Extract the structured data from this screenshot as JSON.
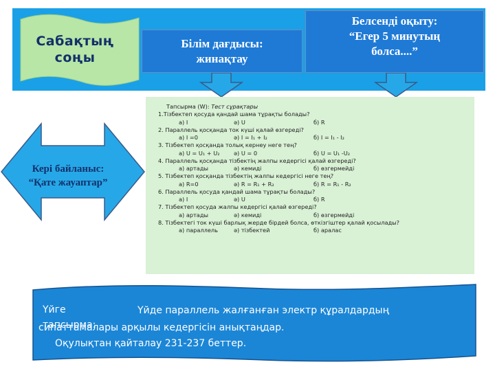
{
  "colors": {
    "band": "#1aa0e6",
    "box": "#1f7ad6",
    "flag": "#b8e6a6",
    "quiz_bg": "#d9f1d5",
    "arrow": "#26a8e8",
    "scroll": "#1c86d6"
  },
  "flag": {
    "title_line1": "Сабақтың",
    "title_line2": "соңы"
  },
  "box1": {
    "line1": "Білім дағдысы:",
    "line2": "жинақтау"
  },
  "box2": {
    "line1": "Белсенді оқыту:",
    "line2": "“Егер 5 минутың",
    "line3": "болса....”"
  },
  "feedback": {
    "line1": "Кері байланыс:",
    "line2": "“Қате жауаптар”"
  },
  "quiz": {
    "task_label": "Тапсырма (W):",
    "task_title": "Тест сұрақтары",
    "lines": [
      {
        "q": "1.Тізбектеп қосуда қандай шама тұрақты болады?",
        "a": "а) I",
        "b": "ә) U",
        "c": "б) R"
      },
      {
        "q": "2. Параллель қосқанда ток күші қалай өзгереді?",
        "a": "а) I =0",
        "b": "ә)  I = I₁ + I₂",
        "c": "б) I =  I₁ - I₂"
      },
      {
        "q": "3. Тізбектеп қосқанда толық кернеу неге тең?",
        "a": "а) U = U₁ + U₂",
        "b": "ә) U = 0",
        "c": "б) U = U₁ -U₂"
      },
      {
        "q": "4. Параллель қосқанда тізбектің жалпы кедергісі қалай өзгереді?",
        "a": "а) артады",
        "b": "ә) кемиді",
        "c": "б) өзгермейді"
      },
      {
        "q": "5. Тізбектеп қосқанда тізбектің жалпы кедергісі неге тең?",
        "a": "а) R=0",
        "b": "ә) R = R₁ + R₂",
        "c": "б) R = R₁ - R₂"
      },
      {
        "q": "6. Параллель қосуда қандай шама тұрақты болады?",
        "a": "а) I",
        "b": "ә) U",
        "c": "б) R"
      },
      {
        "q": "7. Тізбектеп қосуда жалпы кедергісі қалай өзгереді?",
        "a": "а) артады",
        "b": "ә) кемиді",
        "c": "б) өзгермейді"
      },
      {
        "q": "8. Тізбектегі ток күші барлық жерде бірдей болса, өткізгіштер қалай қосылады?",
        "a": "а) параллель",
        "b": "ә) тізбектей",
        "c": "б) аралас"
      }
    ]
  },
  "homework": {
    "label": "Үйге тапсырма:",
    "line1": "Үйде  параллель жалғанған электр құралдардың",
    "line2": "сипаттамалары арқылы кедергісін анықтаңдар.",
    "line3": "Оқулықтан қайталау 231-237 беттер."
  }
}
